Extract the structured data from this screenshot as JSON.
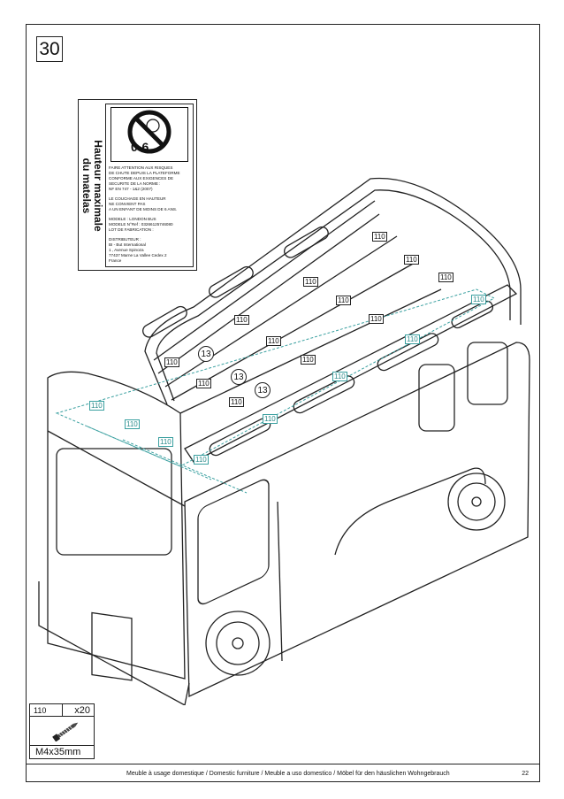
{
  "step_number": "30",
  "label": {
    "side_text_1": "Hauteur maximale",
    "side_text_2": "du matelas",
    "warning_age": "0-6",
    "p1": "FAIRE ATTENTION AUX RISQUES\nDE CHUTE DEPUIS LA PLATEFORME\nCONFORME AUX EXIGENCES DE\nSECURITE DE LA NORME :\nNF EN 747 - 1&2 (2007)",
    "p2": "LE COUCHAGE EN HAUTEUR\nNE CONVIENT PAS\nA UN ENFANT DE MOINS DE 6 ANS.",
    "p3": "MODELE : LONDON BUS\nMODELE N°Ref : 03266125746080\nLOT DE FABRICATION :",
    "p4": "DISTRIBUTEUR :\nBI - But International\n1 , Avenue Spinoza\n77437 Marne La Vallee Cedex 2\nFrance"
  },
  "callouts": {
    "part": "110",
    "panel": "13"
  },
  "parts_box": {
    "code": "110",
    "quantity": "x20",
    "size": "M4x35mm"
  },
  "footer": {
    "text": "Meuble à usage domestique / Domestic furniture / Meuble a uso domestico / Möbel für den häuslichen Wohngebrauch",
    "page": "22"
  },
  "colors": {
    "line": "#222222",
    "highlight": "#3aa0a0"
  }
}
